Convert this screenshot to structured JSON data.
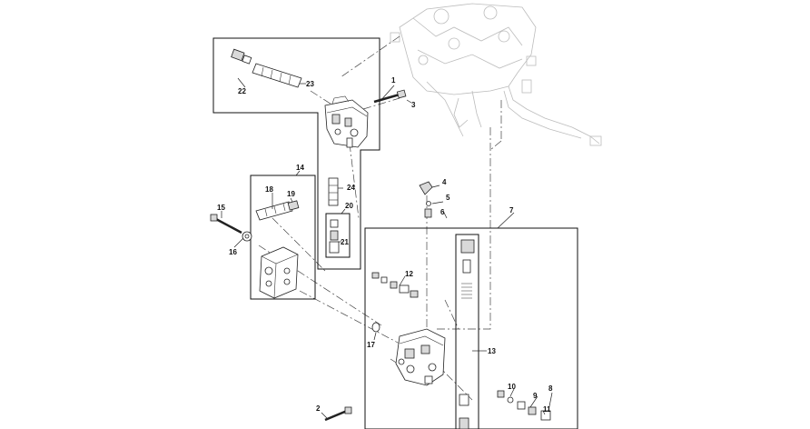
{
  "callouts": {
    "c1": "1",
    "c2": "2",
    "c3": "3",
    "c4": "4",
    "c5": "5",
    "c6": "6",
    "c7": "7",
    "c8": "8",
    "c9": "9",
    "c10": "10",
    "c11": "11",
    "c12": "12",
    "c13": "13",
    "c14": "14",
    "c15": "15",
    "c16": "16",
    "c17": "17",
    "c18": "18",
    "c19": "19",
    "c20": "20",
    "c21": "21",
    "c22": "22",
    "c23": "23",
    "c24": "24"
  },
  "colors": {
    "line": "#222222",
    "background": "#ffffff",
    "ghost": "#bcbcbc"
  }
}
